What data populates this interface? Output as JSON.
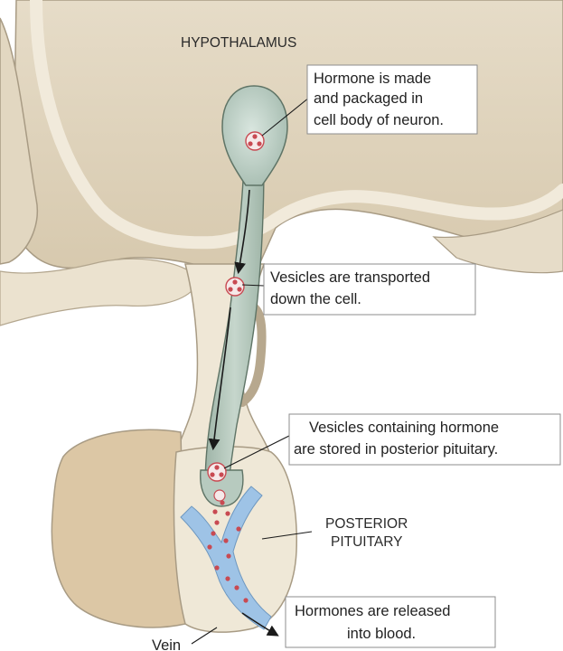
{
  "regions": {
    "hypothalamus": "HYPOTHALAMUS",
    "posterior_pituitary_line1": "POSTERIOR",
    "posterior_pituitary_line2": "PITUITARY",
    "vein": "Vein"
  },
  "callouts": {
    "made": {
      "line1": "Hormone is made",
      "line2": "and packaged in",
      "line3": "cell body of neuron."
    },
    "transported": {
      "line1": "Vesicles are transported",
      "line2": "down the cell."
    },
    "stored": {
      "line1": "Vesicles containing hormone",
      "line2": "are stored in posterior pituitary."
    },
    "released": {
      "line1": "Hormones are released",
      "line2": "into blood."
    }
  },
  "colors": {
    "brain_tissue": "#ddd1bb",
    "brain_outline": "#a89b84",
    "neuron": "#b7cabf",
    "neuron_outline": "#5f7466",
    "vesicle": "#c84a52",
    "vein": "#9ec3e6",
    "pituitary": "#ece4d1"
  }
}
